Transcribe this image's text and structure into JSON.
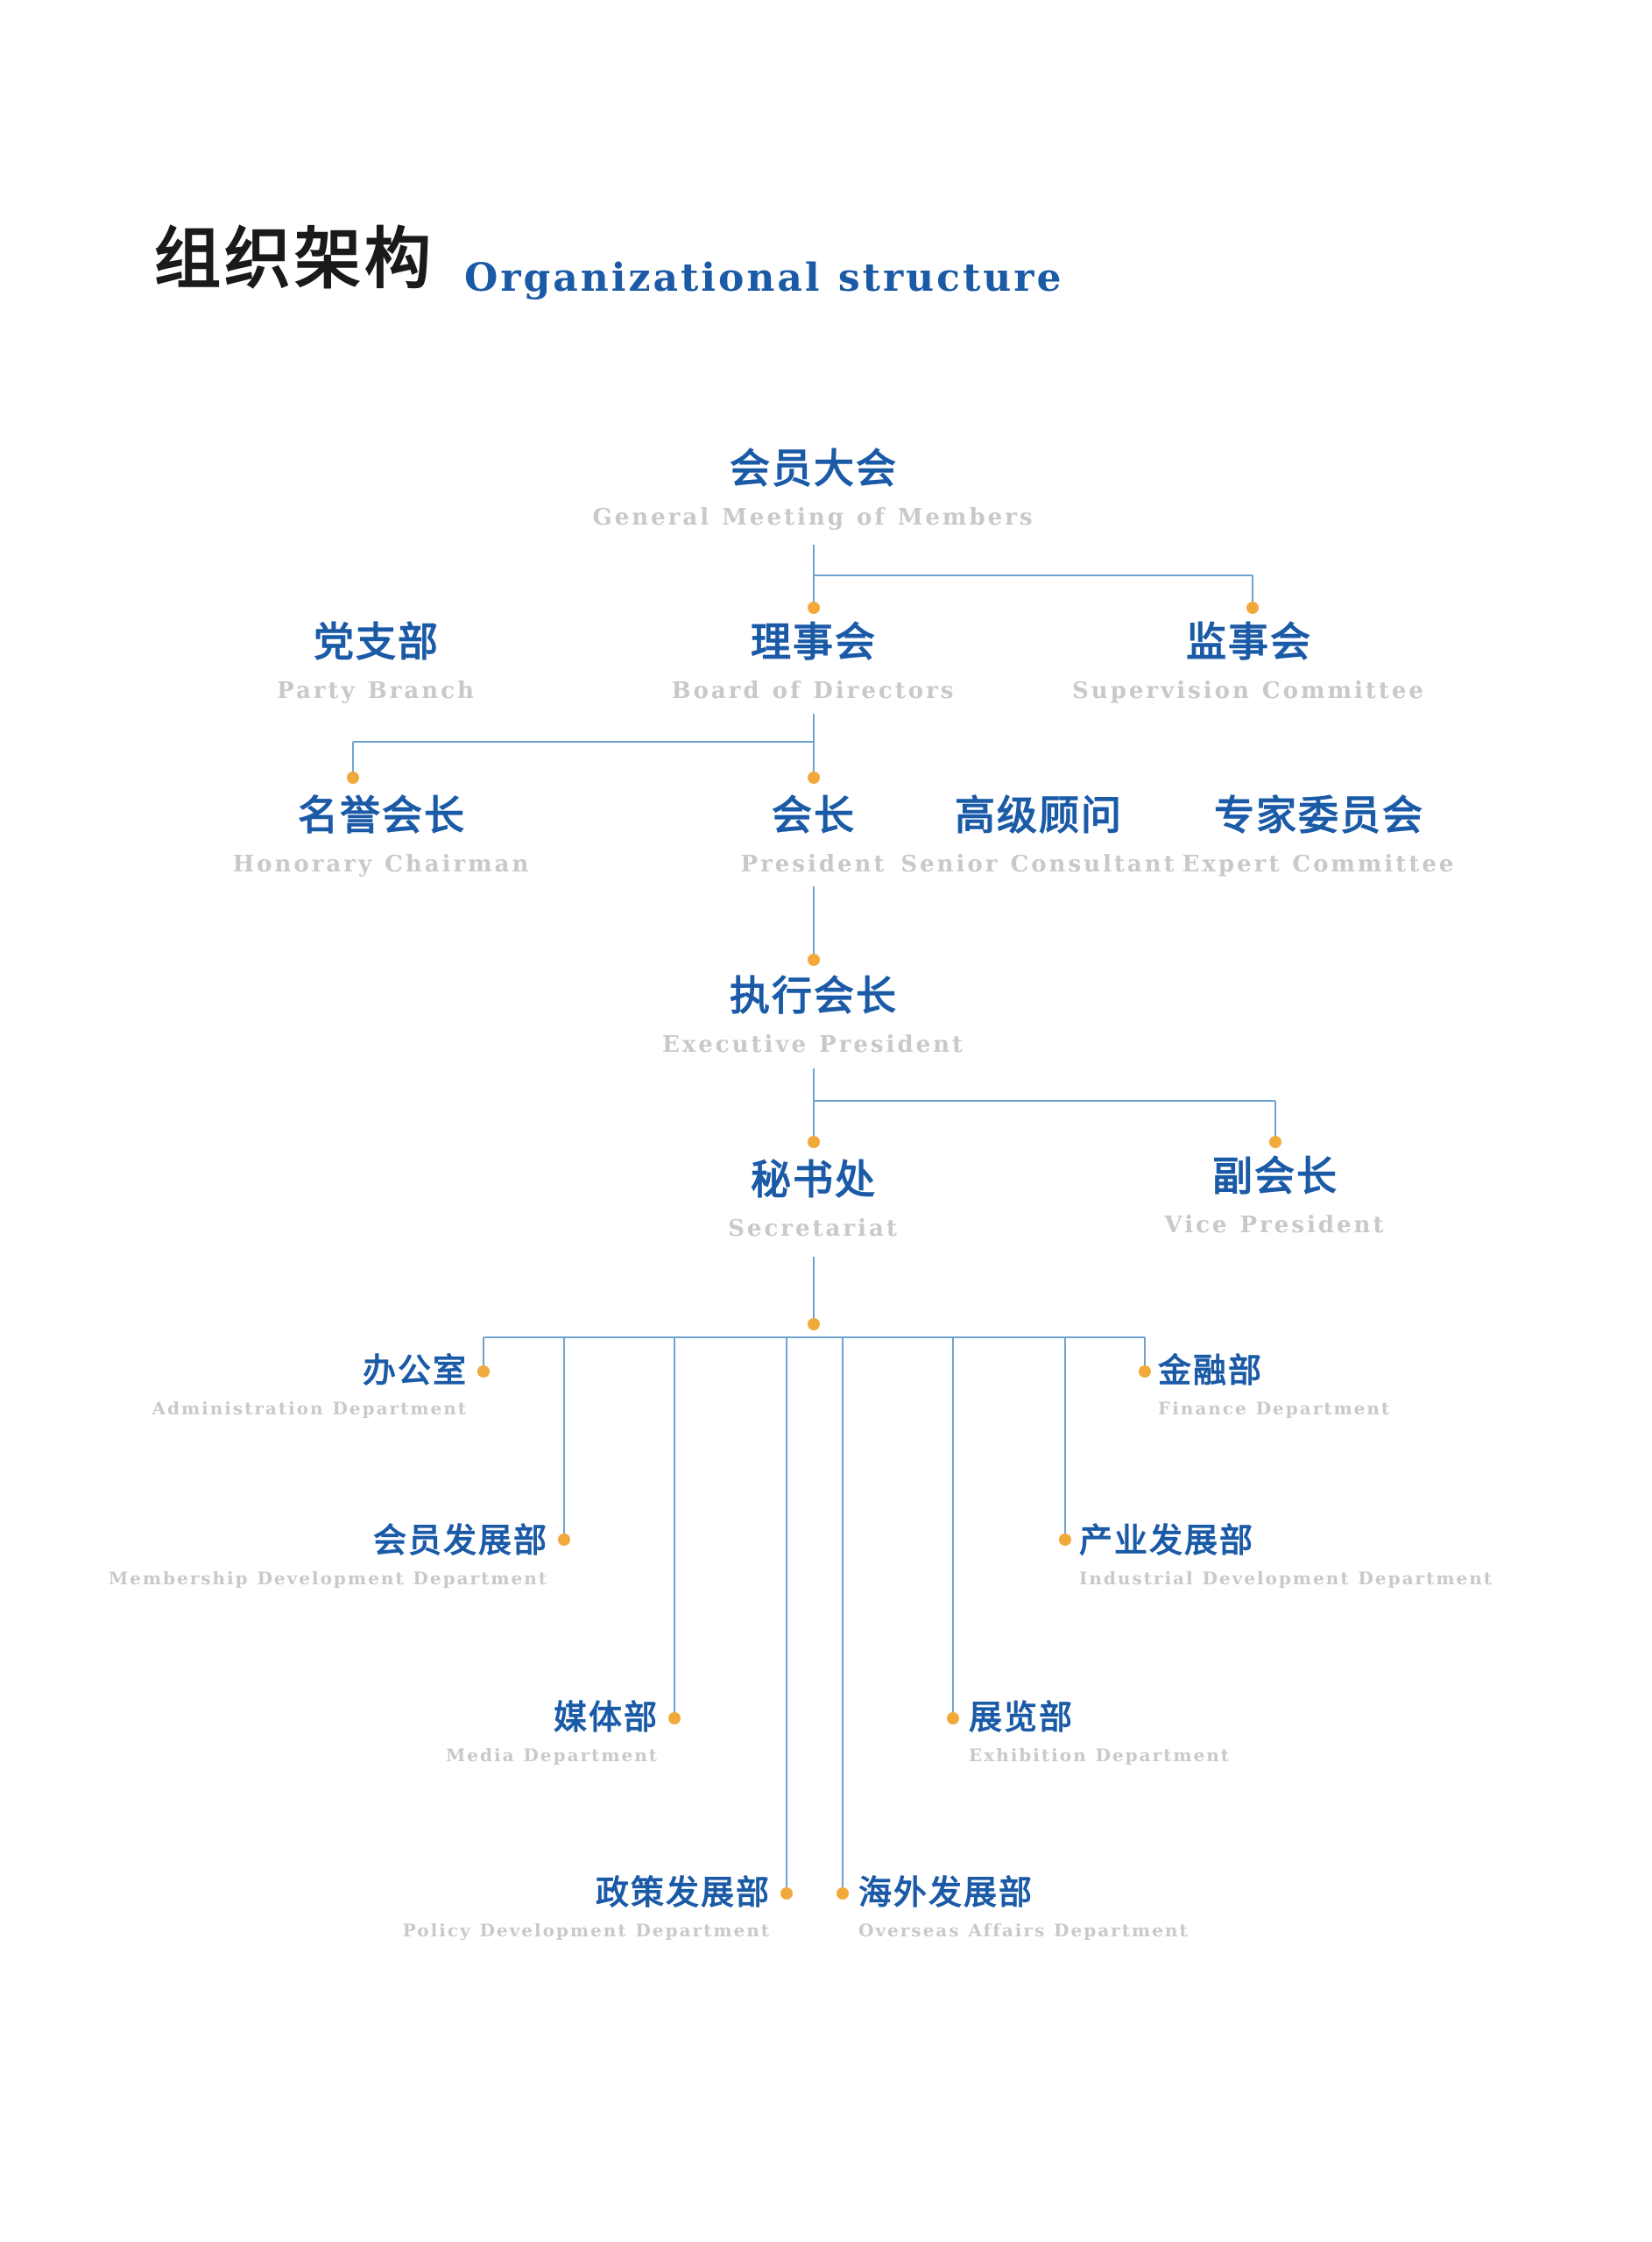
{
  "header": {
    "title_zh": "组织架构",
    "title_en": "Organizational structure"
  },
  "nodes": {
    "general_meeting": {
      "zh": "会员大会",
      "en": "General Meeting of Members"
    },
    "party_branch": {
      "zh": "党支部",
      "en": "Party Branch"
    },
    "board": {
      "zh": "理事会",
      "en": "Board of Directors"
    },
    "supervision": {
      "zh": "监事会",
      "en": "Supervision Committee"
    },
    "honorary_chairman": {
      "zh": "名誉会长",
      "en": "Honorary Chairman"
    },
    "president": {
      "zh": "会长",
      "en": "President"
    },
    "senior_consultant": {
      "zh": "高级顾问",
      "en": "Senior Consultant"
    },
    "expert_committee": {
      "zh": "专家委员会",
      "en": "Expert Committee"
    },
    "executive_president": {
      "zh": "执行会长",
      "en": "Executive President"
    },
    "secretariat": {
      "zh": "秘书处",
      "en": "Secretariat"
    },
    "vice_president": {
      "zh": "副会长",
      "en": "Vice President"
    }
  },
  "departments": {
    "administration": {
      "zh": "办公室",
      "en": "Administration Department"
    },
    "membership": {
      "zh": "会员发展部",
      "en": "Membership Development Department"
    },
    "media": {
      "zh": "媒体部",
      "en": "Media Department"
    },
    "policy": {
      "zh": "政策发展部",
      "en": "Policy Development Department"
    },
    "finance": {
      "zh": "金融部",
      "en": "Finance Department"
    },
    "industrial": {
      "zh": "产业发展部",
      "en": "Industrial Development Department"
    },
    "exhibition": {
      "zh": "展览部",
      "en": "Exhibition Department"
    },
    "overseas": {
      "zh": "海外发展部",
      "en": "Overseas Affairs Department"
    }
  },
  "colors": {
    "primary_blue": "#1a5aa6",
    "connector_line": "#6fa3cf",
    "node_dot": "#f2a93b",
    "english_label": "#c9c9c9",
    "title_black": "#1a1a1a"
  }
}
